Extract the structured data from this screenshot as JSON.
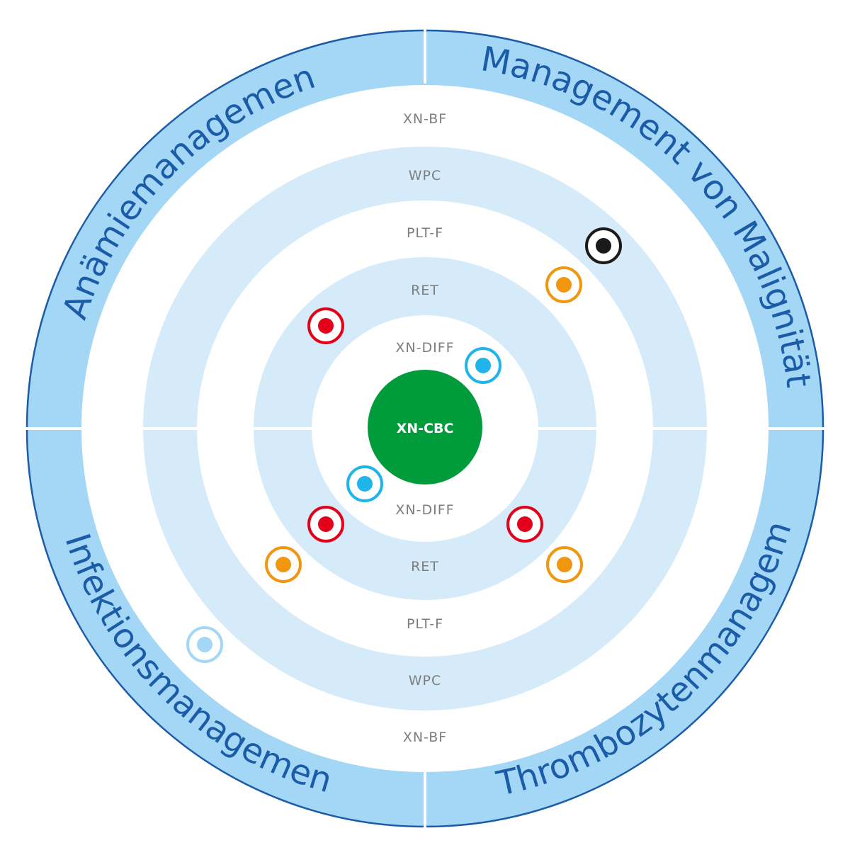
{
  "colors": {
    "outer_band": "#a4d7f5",
    "outer_stroke": "#1b5ca8",
    "light_band": "#d5ebf9",
    "white": "#ffffff",
    "center": "#009b3a",
    "quad_text": "#1b5ca8",
    "ring_text": "#7d7d7d"
  },
  "quadrants": {
    "top_left": "Anämiemanagement",
    "top_right": "Management von Malignitäten",
    "bottom_left": "Infektionsmanagement",
    "bottom_right": "Thrombozytenmanagement"
  },
  "center": {
    "label": "XN-CBC"
  },
  "rings_top": {
    "xn_diff": "XN-DIFF",
    "ret": "RET",
    "plt_f": "PLT-F",
    "wpc": "WPC",
    "xn_bf": "XN-BF"
  },
  "rings_bottom": {
    "xn_diff": "XN-DIFF",
    "ret": "RET",
    "plt_f": "PLT-F",
    "wpc": "WPC",
    "xn_bf": "XN-BF"
  },
  "markers": [
    {
      "name": "marker-black-top-right",
      "color": "#1a1a1a"
    },
    {
      "name": "marker-orange-top-right",
      "color": "#f0960f"
    },
    {
      "name": "marker-red-top-left",
      "color": "#e2001a"
    },
    {
      "name": "marker-cyan-top-right",
      "color": "#1fb5ea"
    },
    {
      "name": "marker-cyan-bottom-left",
      "color": "#1fb5ea"
    },
    {
      "name": "marker-red-bottom-left",
      "color": "#e2001a"
    },
    {
      "name": "marker-red-bottom-right",
      "color": "#e2001a"
    },
    {
      "name": "marker-orange-bottom-left",
      "color": "#f0960f"
    },
    {
      "name": "marker-orange-bottom-right",
      "color": "#f0960f"
    },
    {
      "name": "marker-lightblue-bottom-left",
      "color": "#a4d7f5"
    }
  ]
}
